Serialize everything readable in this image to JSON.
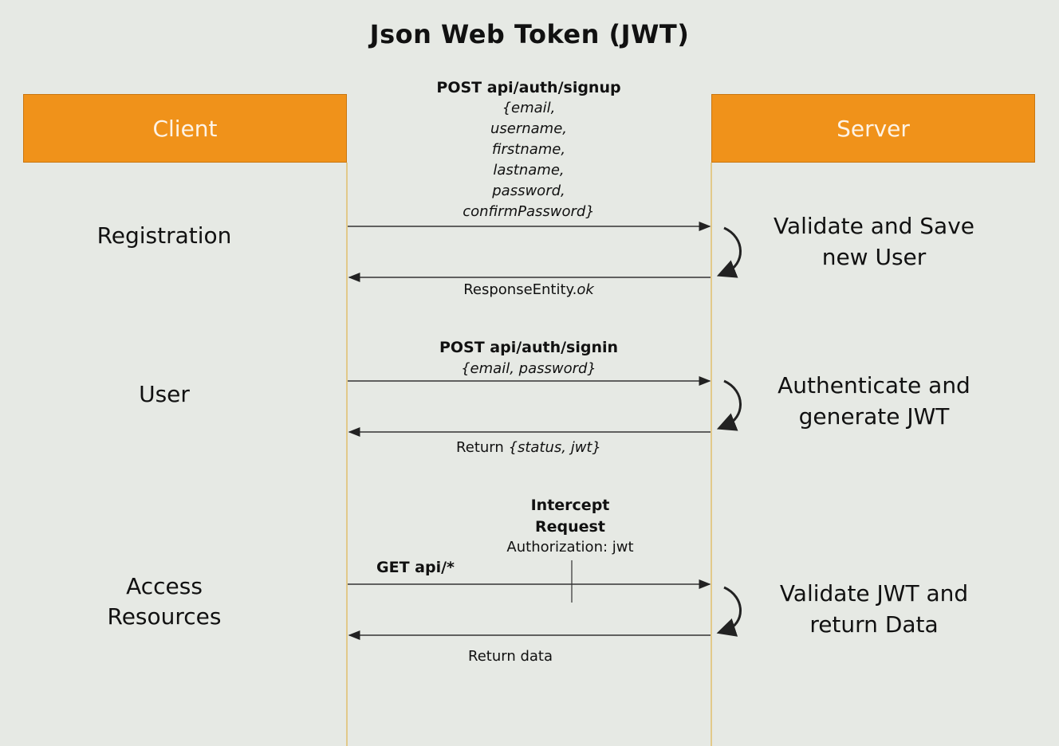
{
  "title": "Json Web Token (JWT)",
  "actors": {
    "client": "Client",
    "server": "Server"
  },
  "phases": {
    "registration": "Registration",
    "user": "User",
    "access_line1": "Access",
    "access_line2": "Resources"
  },
  "results": {
    "registration_line1": "Validate and Save",
    "registration_line2": "new User",
    "user_line1": "Authenticate and",
    "user_line2": "generate JWT",
    "access_line1": "Validate JWT and",
    "access_line2": "return Data"
  },
  "messages": {
    "signup": "POST api/auth/signup",
    "signup_payload": [
      "{email,",
      "username,",
      "firstname,",
      "lastname,",
      "password,",
      "confirmPassword}"
    ],
    "signup_response_prefix": "ResponseEntity.",
    "signup_response_suffix": "ok",
    "signin": "POST api/auth/signin",
    "signin_payload": "{email, password}",
    "signin_response_prefix": "Return ",
    "signin_response_payload": "{status, jwt}",
    "intercept_line1": "Intercept",
    "intercept_line2": "Request",
    "authorization": "Authorization: jwt",
    "get": "GET api/*",
    "get_response": "Return data"
  },
  "colors": {
    "background": "#e6e9e4",
    "actor_fill": "#f0921a",
    "lifeline": "#e2c98a"
  }
}
